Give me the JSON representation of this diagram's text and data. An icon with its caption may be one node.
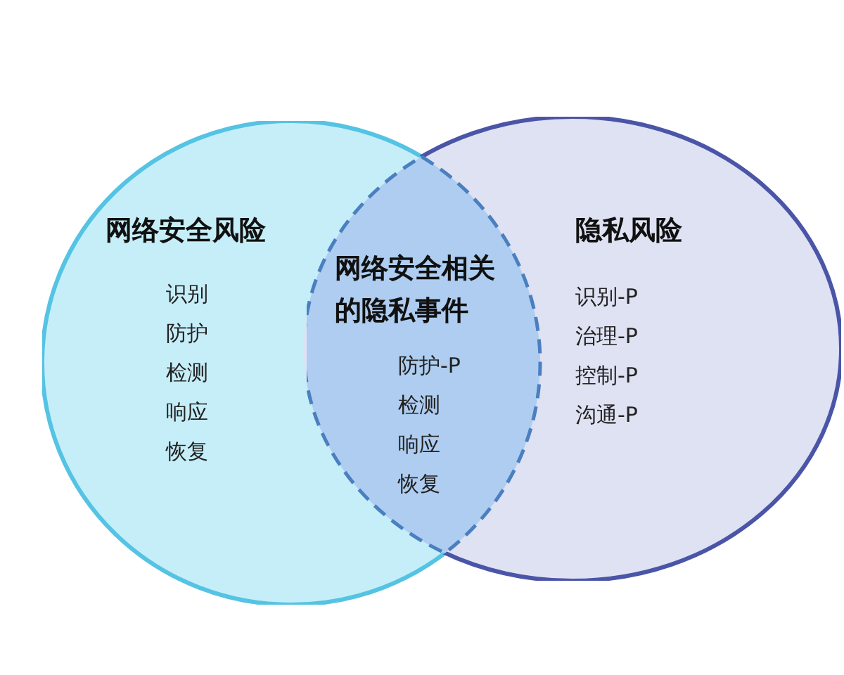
{
  "diagram": {
    "nodes": [
      {
        "text": [
          "网络安全风险",
          "识别",
          "防护",
          "检测",
          "响应",
          "恢复"
        ]
      },
      {
        "text": [
          "隐私风险",
          "识别-P",
          "治理-P",
          "控制-P",
          "沟通-P"
        ]
      },
      {
        "text": [
          "网络安全相关的隐私事件",
          "防护-P",
          "检测",
          "响应",
          "恢复"
        ]
      }
    ]
  }
}
